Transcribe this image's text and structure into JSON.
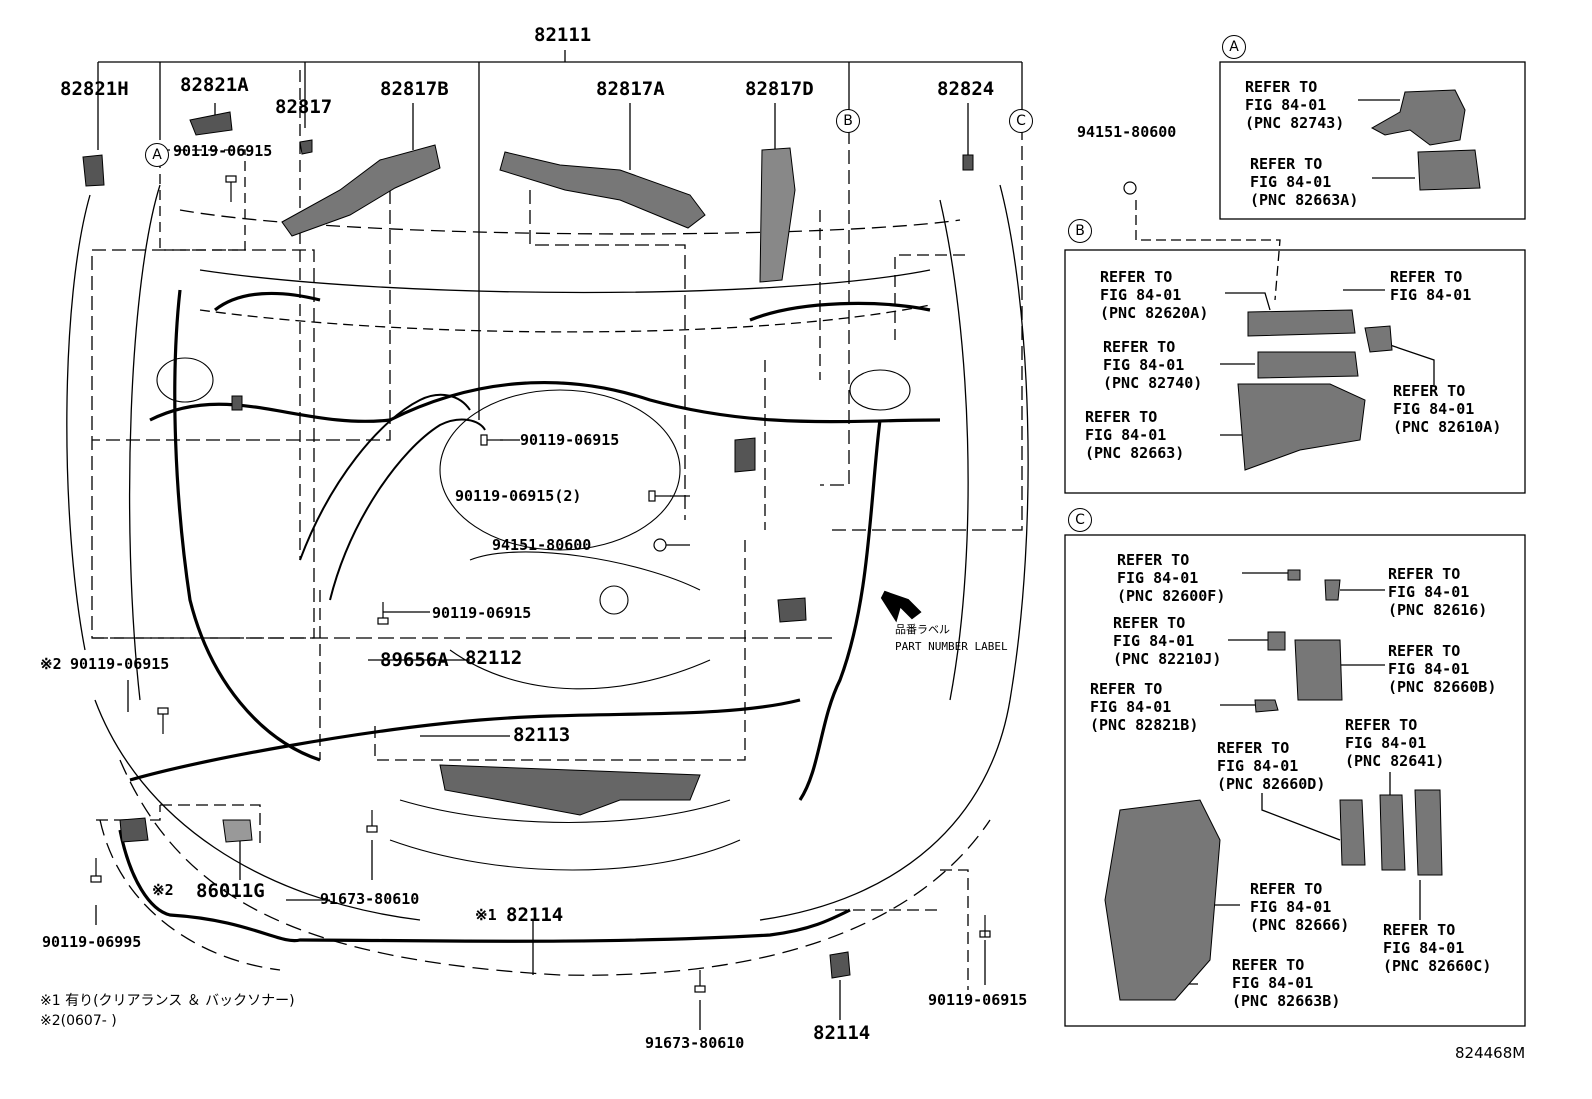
{
  "diagram": {
    "top_part": "82111",
    "main_parts": {
      "p82821H": "82821H",
      "p82821A": "82821A",
      "p82817": "82817",
      "p82817B": "82817B",
      "p82817A": "82817A",
      "p82817D": "82817D",
      "p82824": "82824",
      "p89656A": "89656A",
      "p82112": "82112",
      "p82113": "82113",
      "p86011G": "86011G",
      "p82114_mid": "82114",
      "p82114_bottom": "82114"
    },
    "bolts": {
      "b1": "90119-06915",
      "b2": "90119-06915",
      "b3": "90119-06915(2)",
      "b4": "94151-80600",
      "b5": "90119-06915",
      "b6": "90119-06915",
      "b7": "90119-06995",
      "b8": "91673-80610",
      "b9": "91673-80610",
      "b10": "90119-06915",
      "b11": "94151-80600"
    },
    "markers": {
      "note2": "※2",
      "note1": "※1",
      "circle_A": "A",
      "circle_B": "B",
      "circle_C": "C"
    },
    "part_number_label": {
      "jp": "品番ラベル",
      "en": "PART NUMBER LABEL"
    },
    "notes": {
      "n1": "※1 有り(クリアランス ＆ バックソナー)",
      "n2": "※2(0607-        )"
    },
    "figure_id": "824468M"
  },
  "panel_A": {
    "label": "A",
    "refs": [
      "REFER TO\nFIG 84-01\n(PNC 82743)",
      "REFER TO\nFIG 84-01\n(PNC 82663A)"
    ]
  },
  "panel_B": {
    "label": "B",
    "refs": [
      "REFER TO\nFIG 84-01\n(PNC 82620A)",
      "REFER TO\nFIG 84-01",
      "REFER TO\nFIG 84-01\n(PNC 82740)",
      "REFER TO\nFIG 84-01\n(PNC 82610A)",
      "REFER TO\nFIG 84-01\n(PNC 82663)"
    ]
  },
  "panel_C": {
    "label": "C",
    "refs": [
      "REFER TO\nFIG 84-01\n(PNC 82600F)",
      "REFER TO\nFIG 84-01\n(PNC 82616)",
      "REFER TO\nFIG 84-01\n(PNC 82210J)",
      "REFER TO\nFIG 84-01\n(PNC 82660B)",
      "REFER TO\nFIG 84-01\n(PNC 82821B)",
      "REFER TO\nFIG 84-01\n(PNC 82641)",
      "REFER TO\nFIG 84-01\n(PNC 82660D)",
      "REFER TO\nFIG 84-01\n(PNC 82666)",
      "REFER TO\nFIG 84-01\n(PNC 82660C)",
      "REFER TO\nFIG 84-01\n(PNC 82663B)"
    ]
  }
}
